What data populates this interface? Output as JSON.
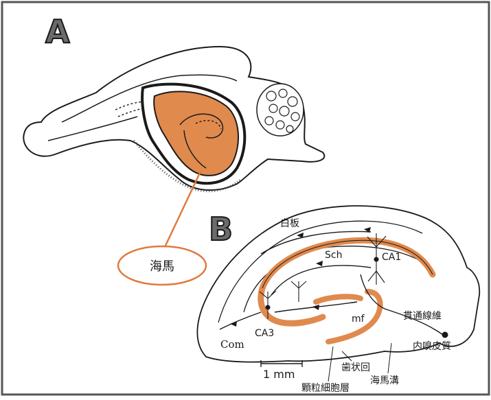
{
  "panel_a": {
    "letter": "A",
    "callout_label": "海馬"
  },
  "panel_b": {
    "letter": "B",
    "labels": {
      "white_matter": "白板",
      "schaffer": "Sch",
      "ca1": "CA1",
      "ca3": "CA3",
      "mossy_fiber": "mf",
      "perforant_path": "貫通線維",
      "entorhinal_cortex": "内嗅皮質",
      "commissural": "Com",
      "dentate_gyrus": "歯状回",
      "granule_cell_layer": "顆粒細胞層",
      "hippocampal_sulcus": "海馬溝",
      "scale_bar": "1 mm"
    }
  },
  "colors": {
    "hippocampus_fill": "#e08a4e",
    "callout_line": "#e07a3c",
    "ink": "#1a1a1a",
    "border": "#333333"
  }
}
